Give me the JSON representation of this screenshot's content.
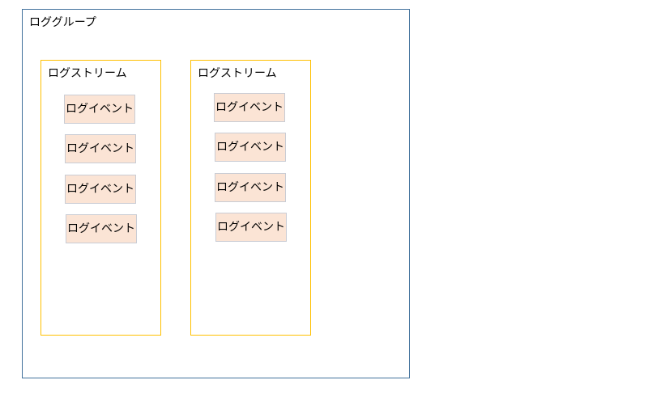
{
  "log_group": {
    "label": "ロググループ",
    "streams": [
      {
        "label": "ログストリーム",
        "events": [
          "ログイベント",
          "ログイベント",
          "ログイベント",
          "ログイベント"
        ]
      },
      {
        "label": "ログストリーム",
        "events": [
          "ログイベント",
          "ログイベント",
          "ログイベント",
          "ログイベント"
        ]
      }
    ]
  },
  "colors": {
    "group_border": "#41719c",
    "stream_border": "#ffc000",
    "event_fill": "#fbe4d5",
    "event_border": "#c9ccd4"
  }
}
